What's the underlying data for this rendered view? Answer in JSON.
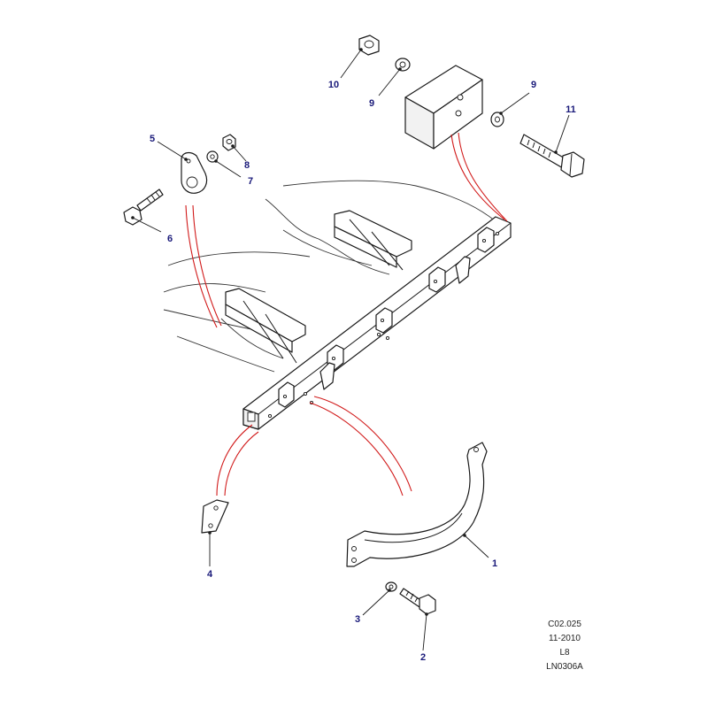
{
  "diagram": {
    "accent_color": "#1a1a7a",
    "assembly_line_color": "#d11a1a",
    "callouts": [
      {
        "id": "c10",
        "label": "10"
      },
      {
        "id": "c9a",
        "label": "9"
      },
      {
        "id": "c9b",
        "label": "9"
      },
      {
        "id": "c11",
        "label": "11"
      },
      {
        "id": "c5",
        "label": "5"
      },
      {
        "id": "c7",
        "label": "7"
      },
      {
        "id": "c8",
        "label": "8"
      },
      {
        "id": "c6",
        "label": "6"
      },
      {
        "id": "c4",
        "label": "4"
      },
      {
        "id": "c1",
        "label": "1"
      },
      {
        "id": "c3",
        "label": "3"
      },
      {
        "id": "c2",
        "label": "2"
      }
    ],
    "reference": {
      "code": "C02.025",
      "date": "11-2010",
      "model": "L8",
      "drawing_number": "LN0306A"
    }
  }
}
